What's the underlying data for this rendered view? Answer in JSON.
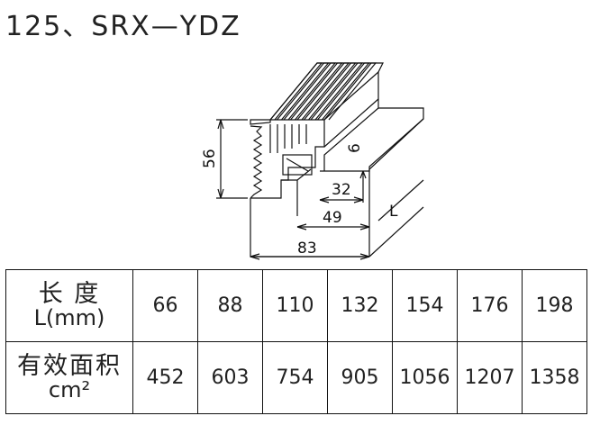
{
  "title": "125、SRX—YDZ",
  "drawing": {
    "dim_height": "56",
    "dim_width": "83",
    "dim_inner_width": "49",
    "dim_slot_width": "32",
    "dim_slot_height": "6",
    "dim_length": "L"
  },
  "table": {
    "row1_header_line1": "长  度",
    "row1_header_line2": "L(mm)",
    "row2_header_line1": "有效面积",
    "row2_header_line2": "cm²",
    "lengths": [
      "66",
      "88",
      "110",
      "132",
      "154",
      "176",
      "198"
    ],
    "areas": [
      "452",
      "603",
      "754",
      "905",
      "1056",
      "1207",
      "1358"
    ]
  }
}
